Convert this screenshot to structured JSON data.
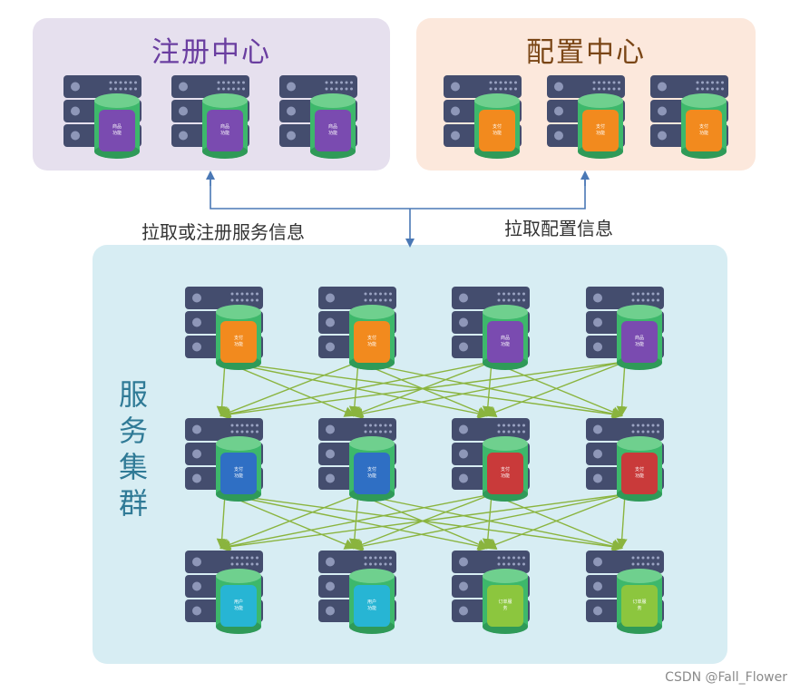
{
  "registry": {
    "title": "注册中心",
    "nodes": [
      {
        "label": [
          "商品",
          "功能"
        ],
        "color": "#7a4bb0"
      },
      {
        "label": [
          "商品",
          "功能"
        ],
        "color": "#7a4bb0"
      },
      {
        "label": [
          "商品",
          "功能"
        ],
        "color": "#7a4bb0"
      }
    ]
  },
  "config": {
    "title": "配置中心",
    "nodes": [
      {
        "label": [
          "支付",
          "功能"
        ],
        "color": "#f28a1e"
      },
      {
        "label": [
          "支付",
          "功能"
        ],
        "color": "#f28a1e"
      },
      {
        "label": [
          "支付",
          "功能"
        ],
        "color": "#f28a1e"
      }
    ]
  },
  "flow_labels": {
    "left": "拉取或注册服务信息",
    "right": "拉取配置信息"
  },
  "cluster": {
    "title": "服务集群",
    "rows": [
      [
        {
          "label": [
            "支付",
            "功能"
          ],
          "color": "#f28a1e"
        },
        {
          "label": [
            "支付",
            "功能"
          ],
          "color": "#f28a1e"
        },
        {
          "label": [
            "商品",
            "功能"
          ],
          "color": "#7a4bb0"
        },
        {
          "label": [
            "商品",
            "功能"
          ],
          "color": "#7a4bb0"
        }
      ],
      [
        {
          "label": [
            "支付",
            "功能"
          ],
          "color": "#2f6fc4"
        },
        {
          "label": [
            "支付",
            "功能"
          ],
          "color": "#2f6fc4"
        },
        {
          "label": [
            "支付",
            "功能"
          ],
          "color": "#c93a3a"
        },
        {
          "label": [
            "支付",
            "功能"
          ],
          "color": "#c93a3a"
        }
      ],
      [
        {
          "label": [
            "用户",
            "功能"
          ],
          "color": "#27b5d4"
        },
        {
          "label": [
            "用户",
            "功能"
          ],
          "color": "#27b5d4"
        },
        {
          "label": [
            "订单服",
            "务"
          ],
          "color": "#8cc63e"
        },
        {
          "label": [
            "订单服",
            "务"
          ],
          "color": "#8cc63e"
        }
      ]
    ]
  },
  "colors": {
    "arrow_blue": "#4a78b5",
    "arrow_green": "#8ab43e",
    "server_body": "#444d6e",
    "cylinder_green": "#3db86b"
  },
  "watermark": "CSDN @Fall_Flower"
}
